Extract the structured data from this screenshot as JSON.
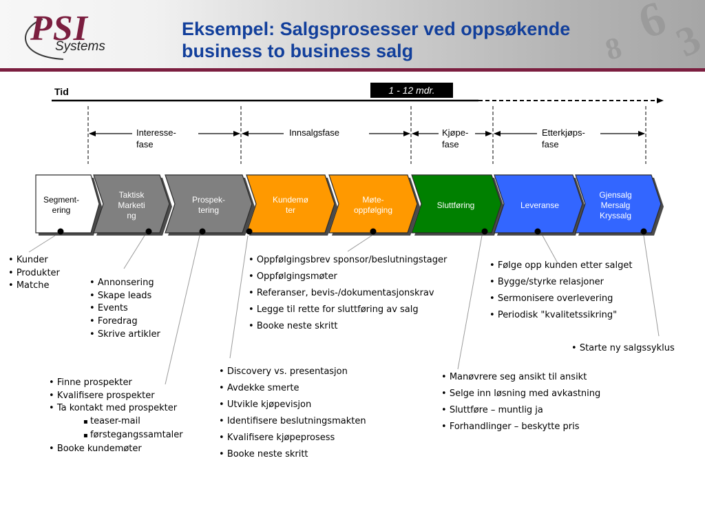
{
  "header": {
    "logo_text": "PSI",
    "logo_subtext": "Systems",
    "title_line1": "Eksempel: Salgsprosesser ved oppsøkende",
    "title_line2": "business to business salg"
  },
  "timeline": {
    "label": "Tid",
    "duration": "1 - 12 mdr."
  },
  "phases": [
    {
      "label": "Interesse-\nfase"
    },
    {
      "label": "Innsalgsfase"
    },
    {
      "label": "Kjøpe-\nfase"
    },
    {
      "label": "Etterkjøps-\nfase"
    }
  ],
  "steps": [
    {
      "label": "Segment-\nering",
      "color": "#ffffff",
      "text_color": "#000000"
    },
    {
      "label": "Taktisk\nMarketi\nng",
      "color": "#808080",
      "text_color": "#ffffff"
    },
    {
      "label": "Prospek-\ntering",
      "color": "#808080",
      "text_color": "#ffffff"
    },
    {
      "label": "Kundemø\nter",
      "color": "#ff9900",
      "text_color": "#ffffff"
    },
    {
      "label": "Møte-\noppfølging",
      "color": "#ff9900",
      "text_color": "#ffffff"
    },
    {
      "label": "Sluttføring",
      "color": "#008000",
      "text_color": "#ffffff"
    },
    {
      "label": "Leveranse",
      "color": "#3366ff",
      "text_color": "#ffffff"
    },
    {
      "label": "Gjensalg\nMersalg\nKryssalg",
      "color": "#3366ff",
      "text_color": "#ffffff"
    }
  ],
  "lists": {
    "segmentering": [
      "Kunder",
      "Produkter",
      "Matche"
    ],
    "taktisk": [
      "Annonsering",
      "Skape leads",
      "Events",
      "Foredrag",
      "Skrive artikler"
    ],
    "prospektering": [
      {
        "text": "Finne prospekter"
      },
      {
        "text": "Kvalifisere prospekter"
      },
      {
        "text": "Ta kontakt med prospekter"
      },
      {
        "text": "teaser-mail",
        "sub": true
      },
      {
        "text": "førstegangssamtaler",
        "sub": true
      },
      {
        "text": "Booke kundemøter"
      }
    ],
    "kundemoter": [
      "Discovery vs. presentasjon",
      "Avdekke smerte",
      "Utvikle kjøpevisjon",
      "Identifisere beslutningsmakten",
      "Kvalifisere kjøpeprosess",
      "Booke neste skritt"
    ],
    "mote_oppfolging": [
      "Oppfølgingsbrev sponsor/beslutningstager",
      "Oppfølgingsmøter",
      "Referanser, bevis-/dokumentasjonskrav",
      "Legge til rette for sluttføring av salg",
      "Booke neste skritt"
    ],
    "sluttforing": [
      "Manøvrere seg ansikt til ansikt",
      "Selge inn løsning med avkastning",
      "Sluttføre – muntlig ja",
      "Forhandlinger – beskytte pris"
    ],
    "leveranse": [
      "Følge opp kunden etter salget",
      "Bygge/styrke relasjoner",
      "Sermonisere overlevering",
      "Periodisk \"kvalitetssikring\""
    ],
    "gjensalg": [
      "Starte ny salgssyklus"
    ]
  }
}
